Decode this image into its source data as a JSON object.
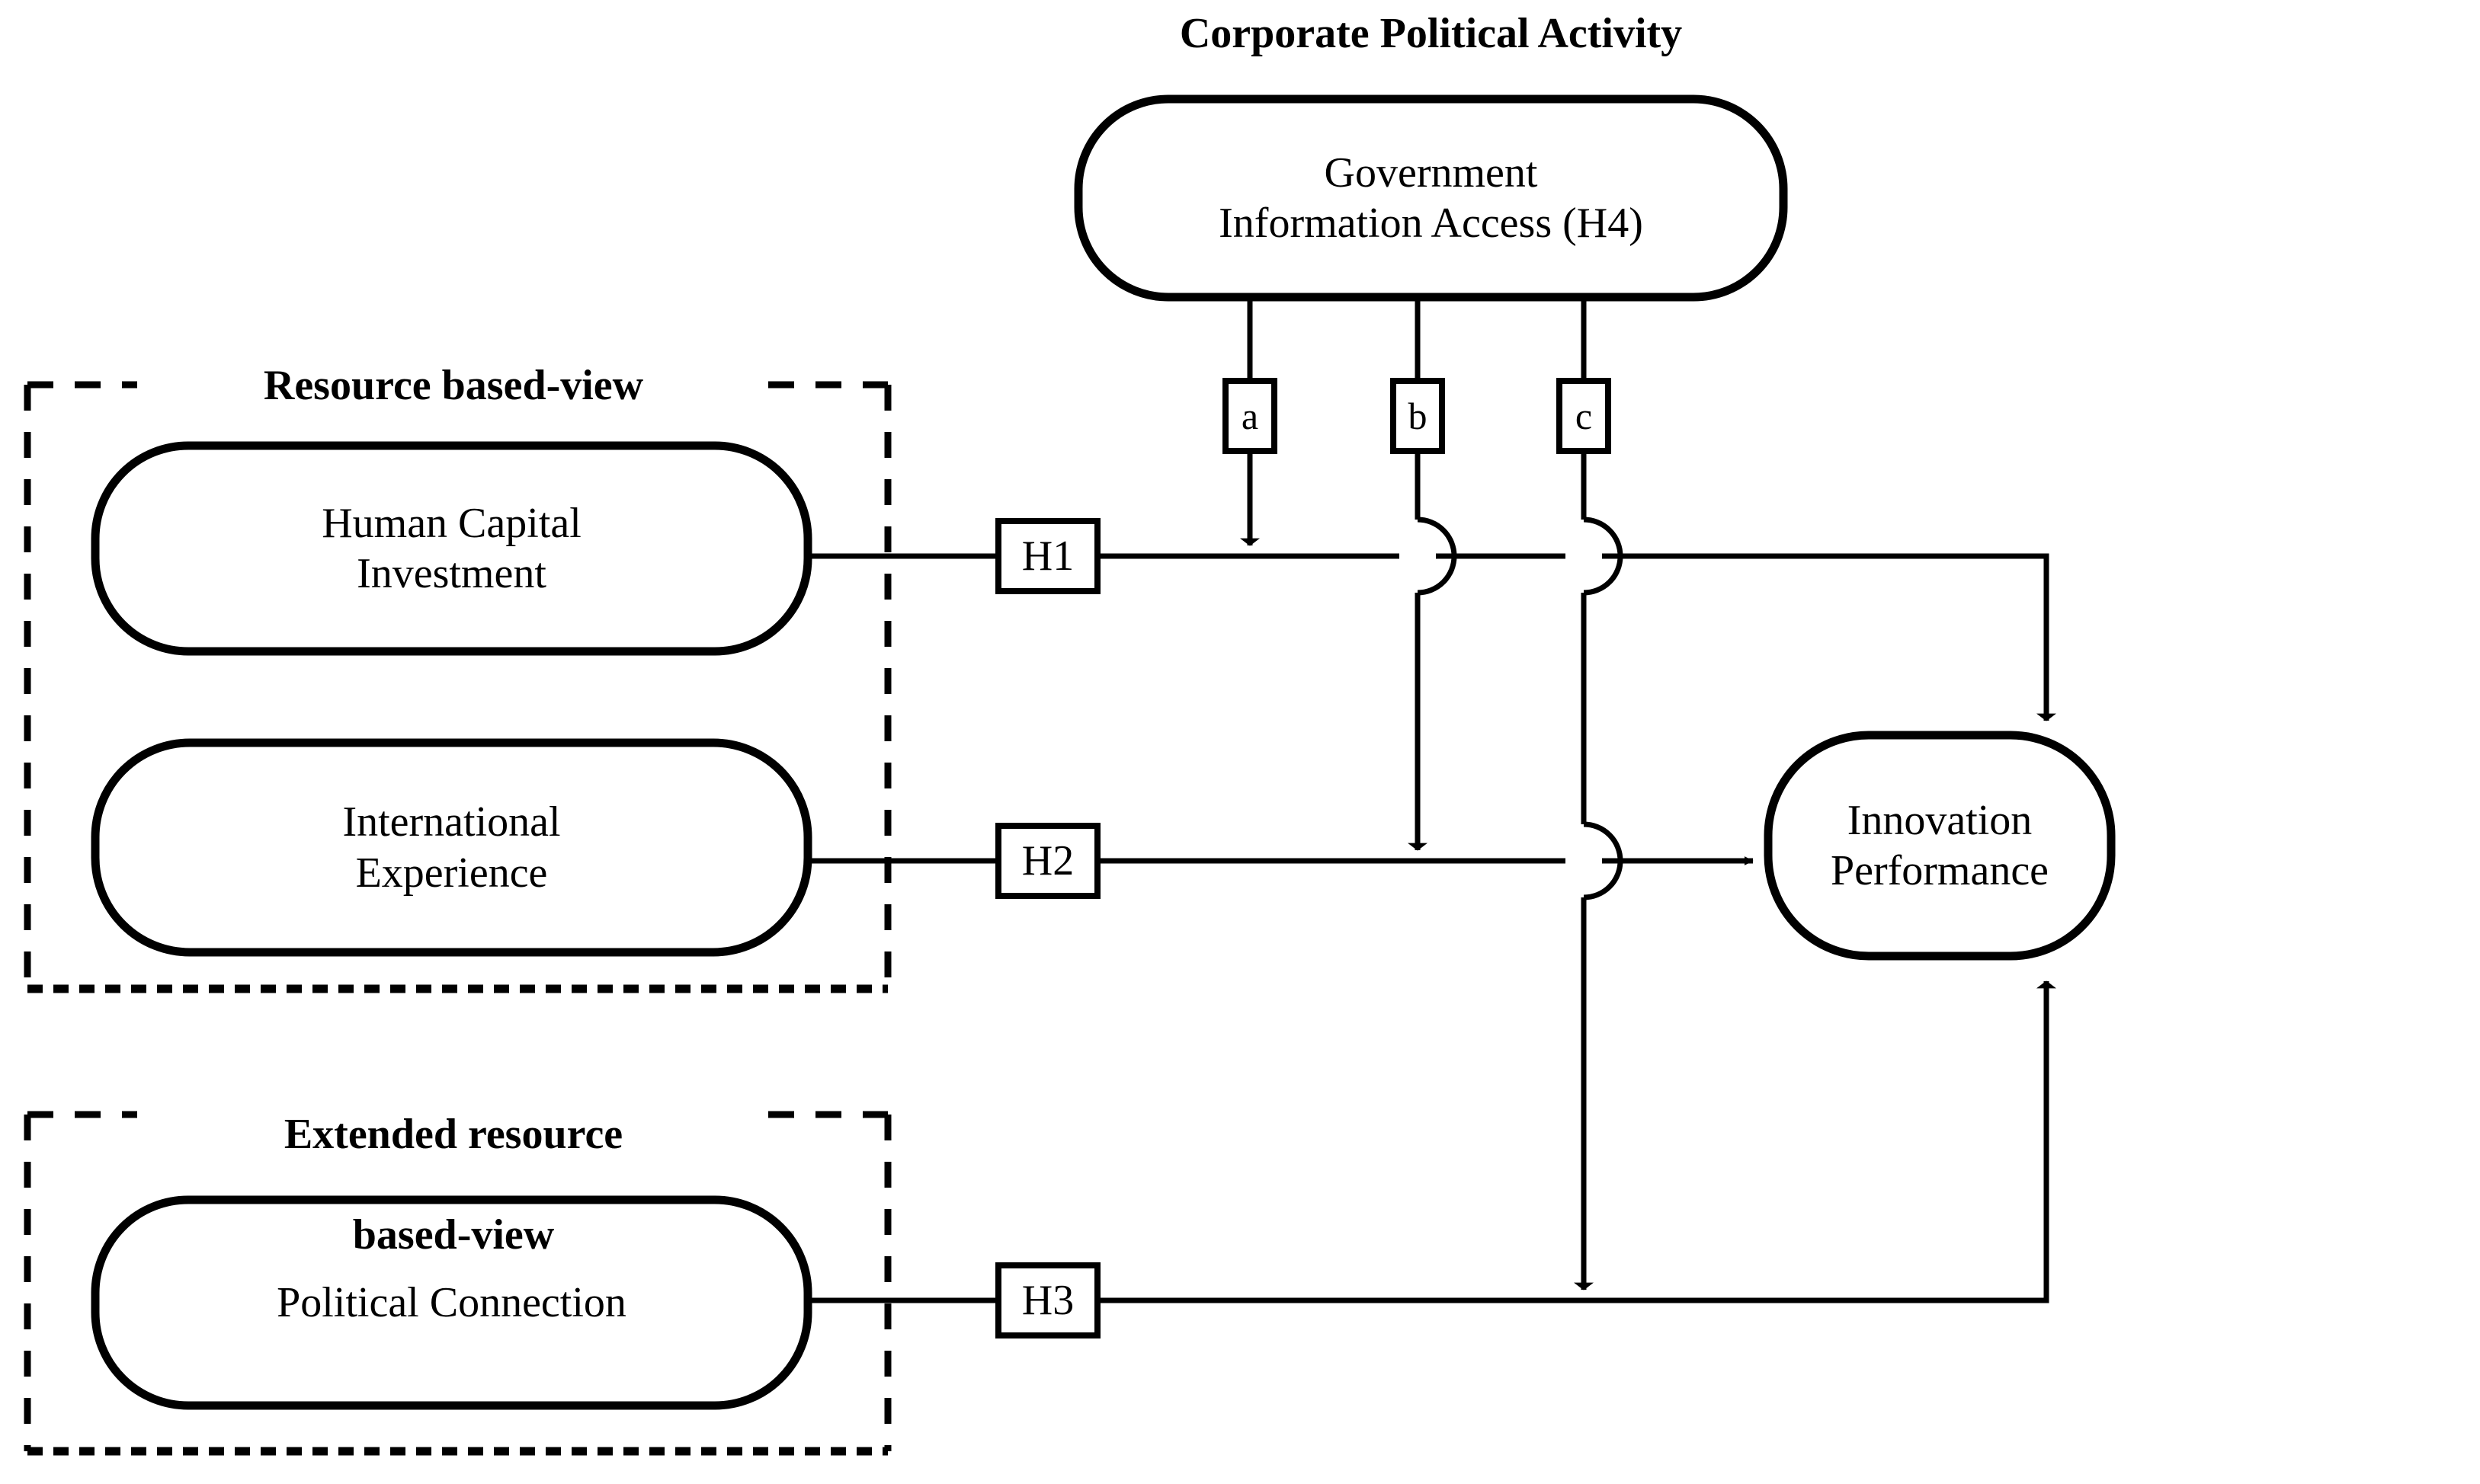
{
  "figure": {
    "type": "conceptual-model-diagram",
    "background_color": "#ffffff",
    "line_color": "#000000"
  },
  "groups": [
    {
      "id": "corporate-political-activity",
      "title": "Corporate Political Activity",
      "style": "plain-heading"
    },
    {
      "id": "resource-based-view",
      "title": "Resource based-view",
      "style": "dashed-container"
    },
    {
      "id": "extended-resource-based-view",
      "title": "Extended resource\nbased-view",
      "title_line1": "Extended resource",
      "title_line2": "based-view",
      "style": "dashed-container"
    }
  ],
  "nodes": [
    {
      "id": "government-information-access",
      "label": "Government\nInformation Access (H4)",
      "line1": "Government",
      "line2": "Information Access (H4)",
      "shape": "rounded-rectangle",
      "group": "corporate-political-activity"
    },
    {
      "id": "human-capital-investment",
      "label": "Human Capital\nInvestment",
      "line1": "Human Capital",
      "line2": "Investment",
      "shape": "rounded-rectangle",
      "group": "resource-based-view"
    },
    {
      "id": "international-experience",
      "label": "International\nExperience",
      "line1": "International",
      "line2": "Experience",
      "shape": "rounded-rectangle",
      "group": "resource-based-view"
    },
    {
      "id": "political-connection",
      "label": "Political Connection",
      "line1": "Political Connection",
      "line2": "",
      "shape": "rounded-rectangle",
      "group": "extended-resource-based-view"
    },
    {
      "id": "innovation-performance",
      "label": "Innovation\nPerformance",
      "line1": "Innovation",
      "line2": "Performance",
      "shape": "rounded-rectangle",
      "group": ""
    }
  ],
  "hypotheses": [
    {
      "id": "h1",
      "label": "H1",
      "from": "human-capital-investment",
      "to": "innovation-performance"
    },
    {
      "id": "h2",
      "label": "H2",
      "from": "international-experience",
      "to": "innovation-performance"
    },
    {
      "id": "h3",
      "label": "H3",
      "from": "political-connection",
      "to": "innovation-performance"
    }
  ],
  "moderators": [
    {
      "id": "a",
      "label": "a",
      "from": "government-information-access",
      "moderates": "h1"
    },
    {
      "id": "b",
      "label": "b",
      "from": "government-information-access",
      "moderates": "h2"
    },
    {
      "id": "c",
      "label": "c",
      "from": "government-information-access",
      "moderates": "h3"
    }
  ]
}
